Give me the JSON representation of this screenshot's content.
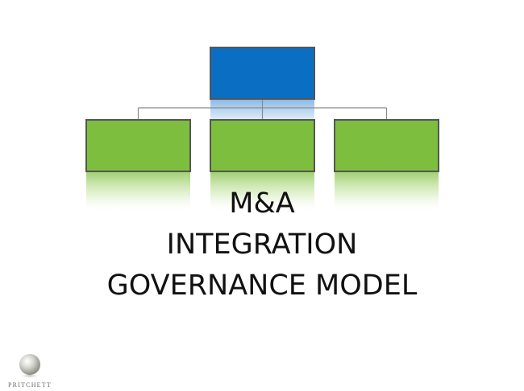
{
  "title": {
    "line1": "M&A",
    "line2": "INTEGRATION",
    "line3": "GOVERNANCE MODEL"
  },
  "org_chart": {
    "top_box": {
      "color": "#0A6FC2"
    },
    "child_boxes": [
      {
        "color": "#7DBE3F"
      },
      {
        "color": "#7DBE3F"
      },
      {
        "color": "#7DBE3F"
      }
    ],
    "connector_color": "#8A8A8A",
    "box_border_color": "#555555"
  },
  "logo": {
    "wordmark": "PRITCHETT",
    "icon": "pearl-sphere-icon"
  }
}
